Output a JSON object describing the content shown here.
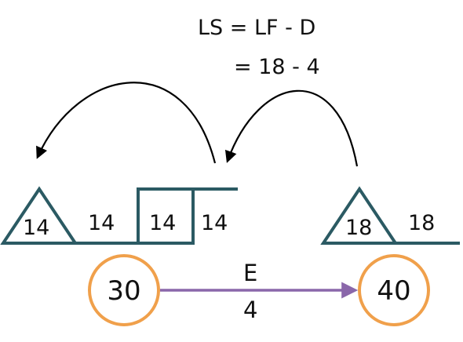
{
  "formula": {
    "line1": "LS = LF - D",
    "line2": "= 18 - 4"
  },
  "left_group": {
    "triangle_value": "14",
    "value_after_triangle": "14",
    "box_value": "14",
    "value_after_box": "14"
  },
  "right_group": {
    "triangle_value": "18",
    "value_after_triangle": "18"
  },
  "nodes": [
    {
      "label": "30"
    },
    {
      "label": "40"
    }
  ],
  "activity": {
    "name": "E",
    "duration": "4"
  },
  "colors": {
    "structure": "#2b5a63",
    "node": "#f0a04b",
    "activity_arrow": "#8a67aa",
    "text": "#111111",
    "curved_arrows": "#000000"
  }
}
